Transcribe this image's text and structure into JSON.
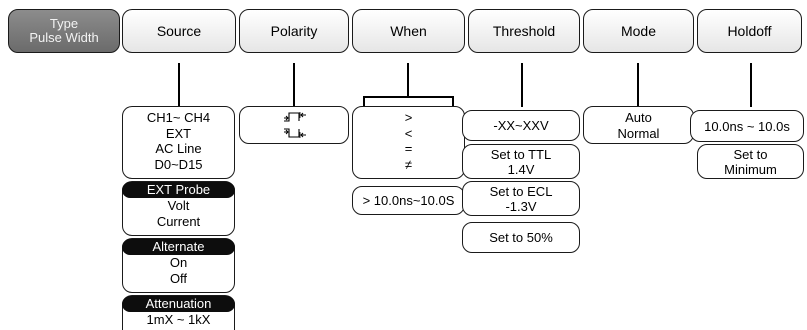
{
  "softkeys": {
    "type": {
      "line1": "Type",
      "line2": "Pulse Width"
    },
    "source": "Source",
    "polarity": "Polarity",
    "when": "When",
    "threshold": "Threshold",
    "mode": "Mode",
    "holdoff": "Holdoff"
  },
  "source_menu": {
    "options": [
      "CH1~ CH4",
      "EXT",
      "AC Line",
      "D0~D15"
    ],
    "ext_probe": {
      "header": "EXT Probe",
      "options": [
        "Volt",
        "Current"
      ]
    },
    "alternate": {
      "header": "Alternate",
      "options": [
        "On",
        "Off"
      ]
    },
    "attenuation": {
      "header": "Attenuation",
      "value": "1mX ~ 1kX"
    }
  },
  "polarity_menu": {
    "icons": [
      "positive-pulse-icon",
      "negative-pulse-icon"
    ]
  },
  "when_menu": {
    "options": [
      ">",
      "<",
      "=",
      "≠"
    ],
    "range": "> 10.0ns~10.0S"
  },
  "threshold_menu": {
    "range": "-XX~XXV",
    "ttl": {
      "line1": "Set to TTL",
      "line2": "1.4V"
    },
    "ecl": {
      "line1": "Set to ECL",
      "line2": "-1.3V"
    },
    "fifty": "Set to 50%"
  },
  "mode_menu": {
    "options": [
      "Auto",
      "Normal"
    ]
  },
  "holdoff_menu": {
    "range": "10.0ns ~ 10.0s",
    "minimum": {
      "line1": "Set to",
      "line2": "Minimum"
    }
  }
}
